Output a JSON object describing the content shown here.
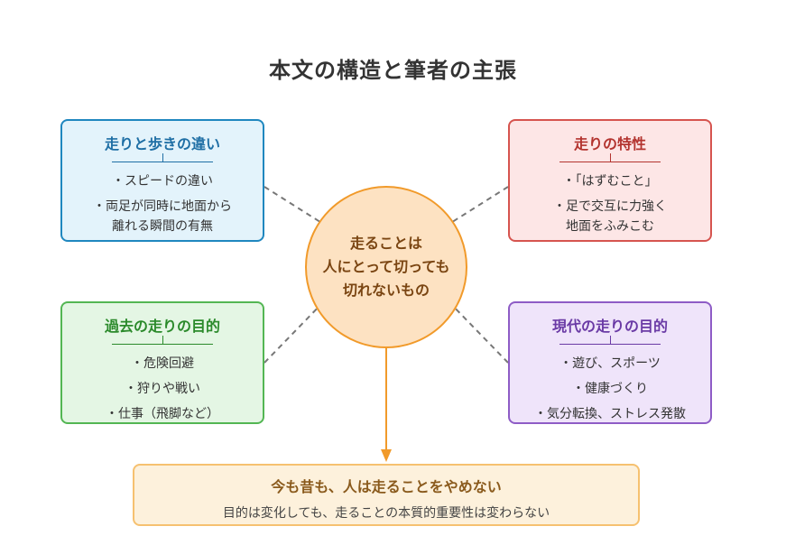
{
  "title": "本文の構造と筆者の主張",
  "center": {
    "lines": [
      "走ることは",
      "人にとって切っても",
      "切れないもの"
    ]
  },
  "boxes": {
    "top_left": {
      "heading": "走りと歩きの違い",
      "items": [
        "・スピードの違い",
        "・両足が同時に地面から\n離れる瞬間の有無"
      ]
    },
    "top_right": {
      "heading": "走りの特性",
      "items": [
        "・「はずむこと」",
        "・足で交互に力強く\n地面をふみこむ"
      ]
    },
    "bottom_left": {
      "heading": "過去の走りの目的",
      "items": [
        "・危険回避",
        "・狩りや戦い",
        "・仕事（飛脚など）"
      ]
    },
    "bottom_right": {
      "heading": "現代の走りの目的",
      "items": [
        "・遊び、スポーツ",
        "・健康づくり",
        "・気分転換、ストレス発散"
      ]
    }
  },
  "conclusion": {
    "title": "今も昔も、人は走ることをやめない",
    "subtitle": "目的は変化しても、走ることの本質的重要性は変わらない"
  },
  "colors": {
    "center_fill": "#fde2c2",
    "center_stroke": "#f19a2a",
    "top_left": "#1f87bf",
    "top_right": "#d6544f",
    "bottom_left": "#53b653",
    "bottom_right": "#8e5cc6",
    "conclusion_fill": "#fdf1dc",
    "conclusion_stroke": "#f6c170",
    "connector": "#777777",
    "arrow": "#f19a2a"
  }
}
